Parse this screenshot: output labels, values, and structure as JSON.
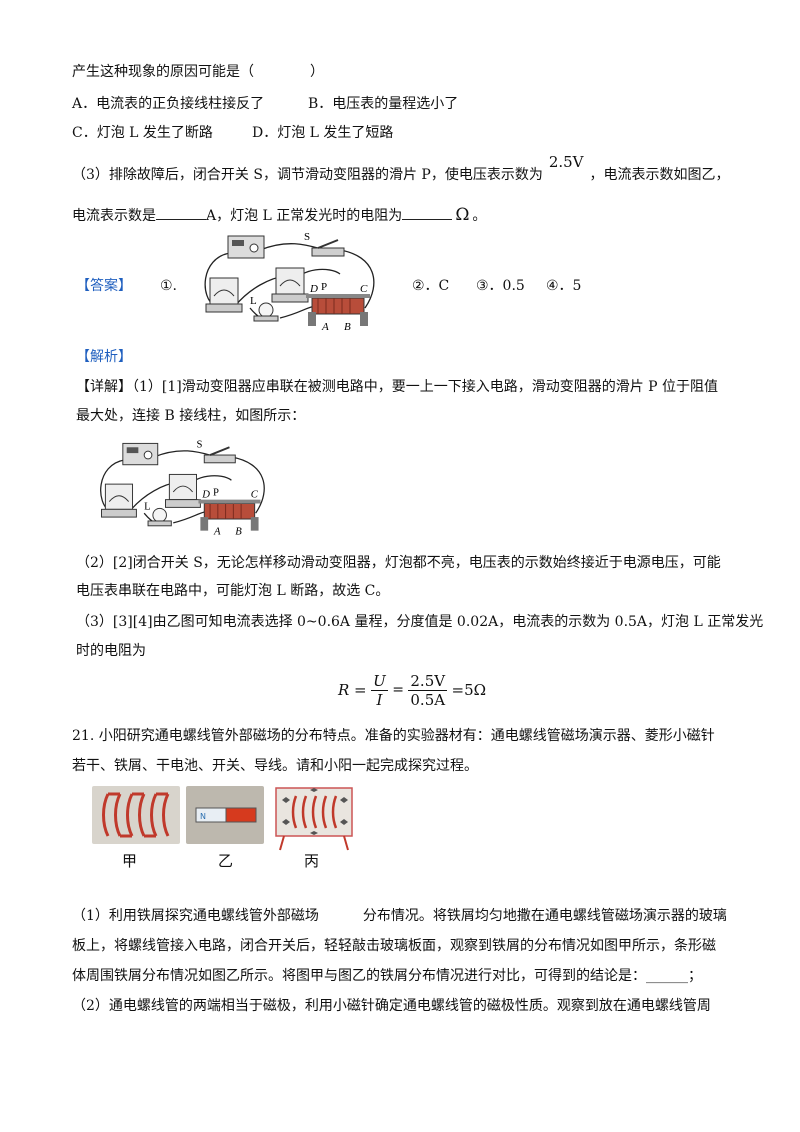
{
  "q_intro": "产生这种现象的原因可能是（　　　　）",
  "options": {
    "A": "A．电流表的正负接线柱接反了",
    "B": "B．电压表的量程选小了",
    "C": "C．灯泡 L 发生了断路",
    "D": "D．灯泡 L 发生了短路"
  },
  "q3": {
    "part1": "（3）排除故障后，闭合开关 S，调节滑动变阻器的滑片 P，使电压表示数为",
    "voltage": "2.5V",
    "part2": "，电流表示数如图乙，",
    "line2a": "电流表示数是",
    "line2b": "A，灯泡 L 正常发光时的电阻为",
    "unit": "Ω",
    "end": "。"
  },
  "answer": {
    "label": "【答案】",
    "a1": "①.",
    "a2": "②．C",
    "a3": "③．0.5",
    "a4": "④．5"
  },
  "diagram_labels": {
    "S": "S",
    "L": "L",
    "D": "D",
    "P": "P",
    "C": "C",
    "A": "A",
    "B": "B"
  },
  "analysis_label": "【解析】",
  "detail": {
    "line1": "【详解】（1）[1]滑动变阻器应串联在被测电路中，要一上一下接入电路，滑动变阻器的滑片 P 位于阻值",
    "line2": "最大处，连接 B 接线柱，如图所示："
  },
  "p2": {
    "line1": "（2）[2]闭合开关 S，无论怎样移动滑动变阻器，灯泡都不亮，电压表的示数始终接近于电源电压，可能",
    "line2": "电压表串联在电路中，可能灯泡 L 断路，故选 C。"
  },
  "p3": {
    "line1": "（3）[3][4]由乙图可知电流表选择 0~0.6A 量程，分度值是 0.02A，电流表的示数为 0.5A，灯泡 L 正常发光",
    "line2": "时的电阻为"
  },
  "formula": {
    "lhs": "R =",
    "u": "U",
    "i": "I",
    "num": "2.5V",
    "den": "0.5A",
    "result": "=5Ω"
  },
  "q21": {
    "line1": "21. 小阳研究通电螺线管外部磁场的分布特点。准备的实验器材有：通电螺线管磁场演示器、菱形小磁针",
    "line2": "若干、铁屑、干电池、开关、导线。请和小阳一起完成探究过程。"
  },
  "photo_captions": [
    "甲",
    "乙",
    "丙"
  ],
  "q21_parts": {
    "p1_l1a": "（1）利用铁屑探究通电螺线管外部磁场",
    "p1_l1b": "分布情况。将铁屑均匀地撒在通电螺线管磁场演示器的玻璃",
    "p1_l2": "板上，将螺线管接入电路，闭合开关后，轻轻敲击玻璃板面，观察到铁屑的分布情况如图甲所示，条形磁",
    "p1_l3": "体周围铁屑分布情况如图乙所示。将图甲与图乙的铁屑分布情况进行对比，可得到的结论是：______；",
    "p2_l1": "（2）通电螺线管的两端相当于磁极，利用小磁针确定通电螺线管的磁极性质。观察到放在通电螺线管周"
  },
  "colors": {
    "blue": "#1f5fbf",
    "coil": "#c0392b",
    "magnet_red": "#d63a1e"
  }
}
